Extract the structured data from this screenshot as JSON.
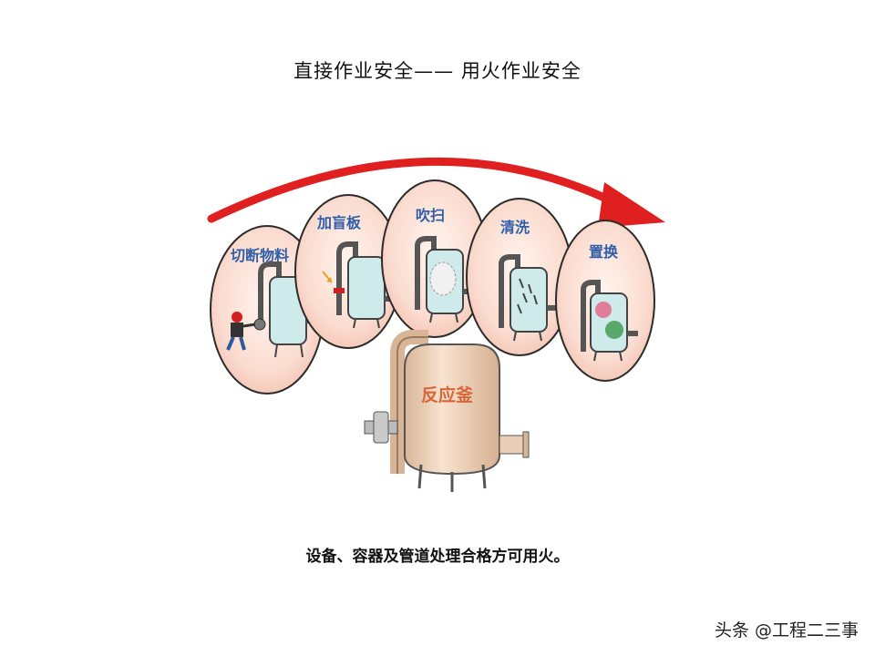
{
  "title": "直接作业安全—— 用火作业安全",
  "steps": [
    {
      "label": "切断物料"
    },
    {
      "label": "加盲板"
    },
    {
      "label": "吹扫"
    },
    {
      "label": "清洗"
    },
    {
      "label": "置换"
    }
  ],
  "reactor_label": "反应釜",
  "caption": "设备、容器及管道处理合格方可用火。",
  "watermark": "头条 @工程二三事",
  "colors": {
    "arrow": "#e02020",
    "bubble_fill": "#fbe1d6",
    "bubble_stroke": "#2b2b2b",
    "step_text": "#2f5fa8",
    "tank_glass": "#cfeaea",
    "reactor_body": "#f3d9c2",
    "reactor_text": "#d9663a"
  }
}
